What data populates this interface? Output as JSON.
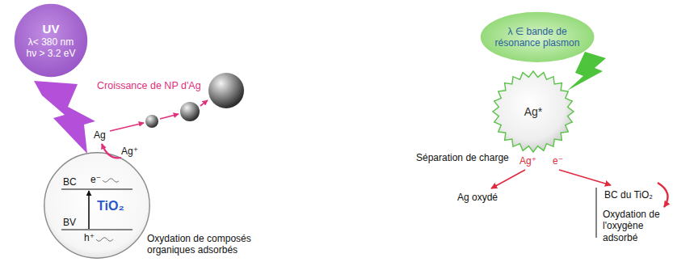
{
  "diagram": {
    "nodes": [
      {
        "text": [
          "UV",
          "λ< 380 nm",
          "hν > 3.2 eV"
        ]
      },
      {
        "text": [
          "BC",
          "BV",
          "TiO₂",
          "e⁻",
          "h⁺"
        ]
      },
      {
        "text": [
          "λ ∈ bande de résonance plasmon"
        ]
      },
      {
        "text": [
          "Ag*"
        ]
      }
    ],
    "labels": [
      "Croissance de NP d'Ag",
      "Ag",
      "Ag⁺",
      "Oxydation de composés organiques adsorbés",
      "Séparation de charge",
      "Ag⁺",
      "e⁻",
      "Ag oxydé",
      "BC du TiO₂",
      "Oxydation de l'oxygène adsorbé"
    ]
  }
}
